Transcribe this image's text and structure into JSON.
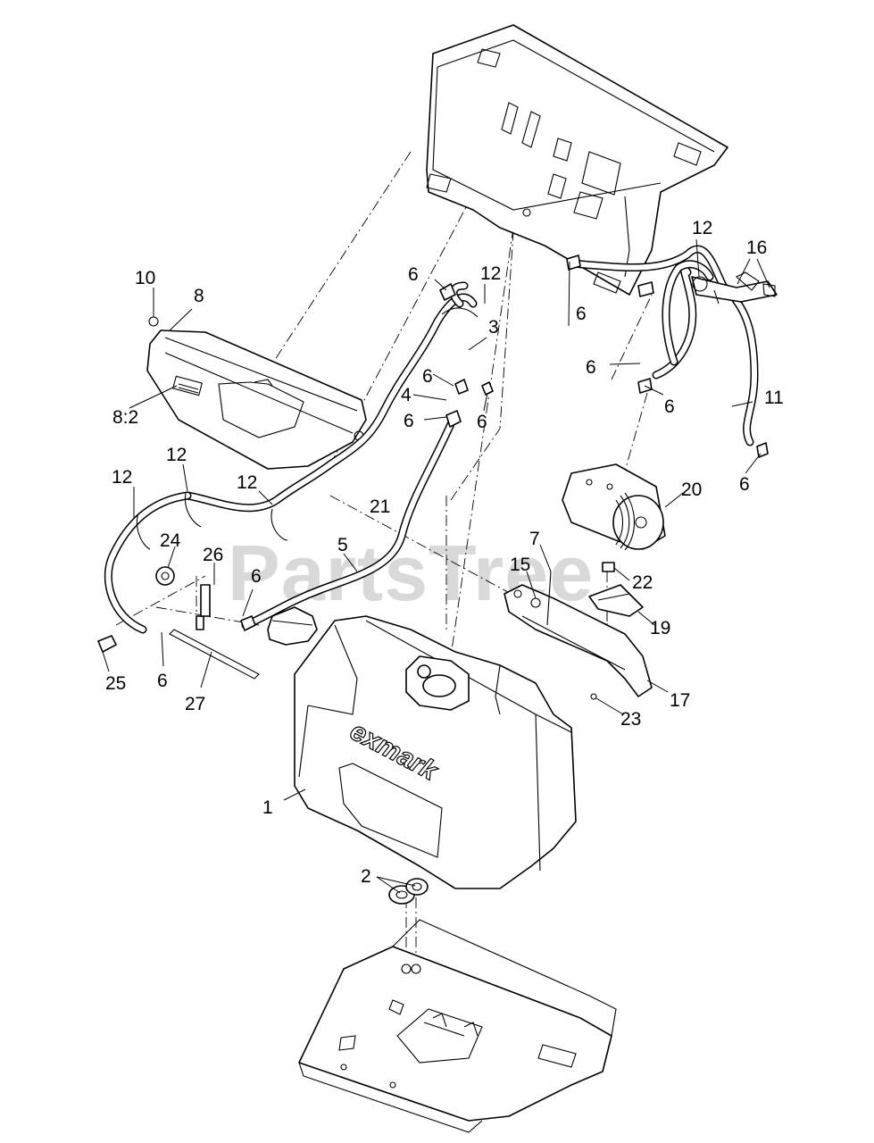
{
  "watermark": "PartsTree",
  "brand_logo": "exmark",
  "callouts": [
    {
      "id": "c1",
      "text": "1"
    },
    {
      "id": "c2",
      "text": "2"
    },
    {
      "id": "c3",
      "text": "3"
    },
    {
      "id": "c4",
      "text": "4"
    },
    {
      "id": "c5",
      "text": "5"
    },
    {
      "id": "c6a",
      "text": "6"
    },
    {
      "id": "c6b",
      "text": "6"
    },
    {
      "id": "c6c",
      "text": "6"
    },
    {
      "id": "c6d",
      "text": "6"
    },
    {
      "id": "c6e",
      "text": "6"
    },
    {
      "id": "c6f",
      "text": "6"
    },
    {
      "id": "c6g",
      "text": "6"
    },
    {
      "id": "c6h",
      "text": "6"
    },
    {
      "id": "c6i",
      "text": "6"
    },
    {
      "id": "c6j",
      "text": "6"
    },
    {
      "id": "c7",
      "text": "7"
    },
    {
      "id": "c8",
      "text": "8"
    },
    {
      "id": "c82",
      "text": "8:2"
    },
    {
      "id": "c10",
      "text": "10"
    },
    {
      "id": "c11",
      "text": "11"
    },
    {
      "id": "c12a",
      "text": "12"
    },
    {
      "id": "c12b",
      "text": "12"
    },
    {
      "id": "c12c",
      "text": "12"
    },
    {
      "id": "c12d",
      "text": "12"
    },
    {
      "id": "c12e",
      "text": "12"
    },
    {
      "id": "c15",
      "text": "15"
    },
    {
      "id": "c16",
      "text": "16"
    },
    {
      "id": "c17",
      "text": "17"
    },
    {
      "id": "c19",
      "text": "19"
    },
    {
      "id": "c20",
      "text": "20"
    },
    {
      "id": "c21",
      "text": "21"
    },
    {
      "id": "c22",
      "text": "22"
    },
    {
      "id": "c23",
      "text": "23"
    },
    {
      "id": "c24",
      "text": "24"
    },
    {
      "id": "c25",
      "text": "25"
    },
    {
      "id": "c26",
      "text": "26"
    },
    {
      "id": "c27",
      "text": "27"
    }
  ]
}
